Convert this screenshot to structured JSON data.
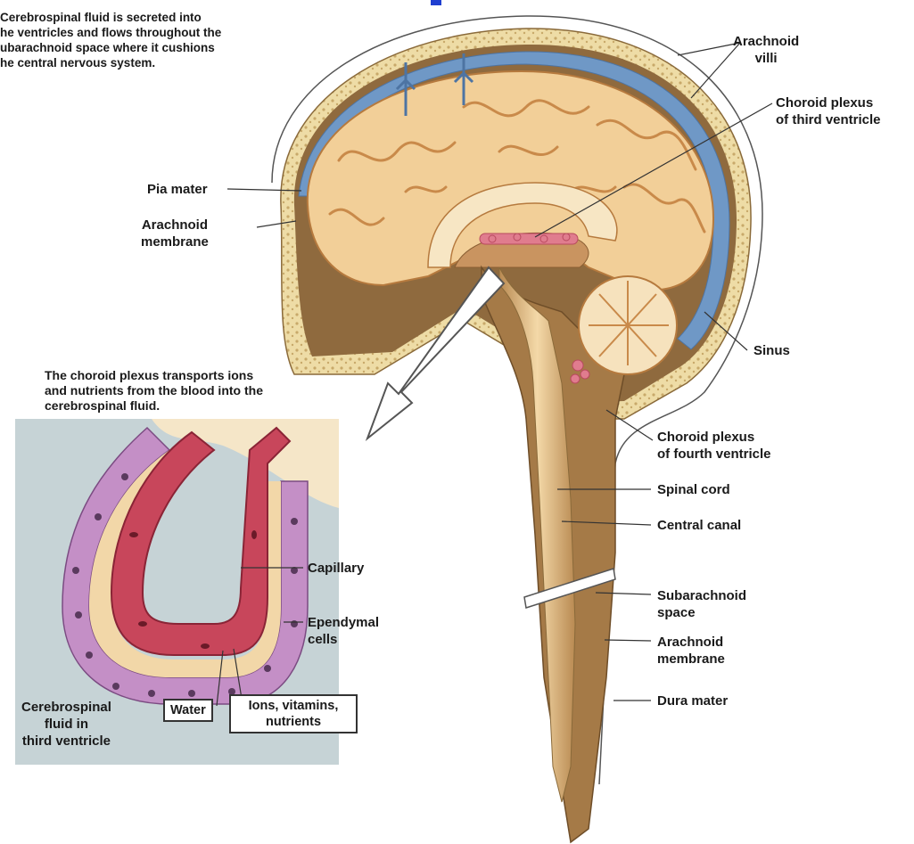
{
  "intro_caption": [
    "Cerebrospinal fluid is secreted into",
    "he ventricles and flows throughout the",
    "ubarachnoid space where it cushions",
    "he central nervous system."
  ],
  "inset_caption": [
    "The choroid plexus transports ions",
    "and nutrients from the blood into the",
    "cerebrospinal fluid."
  ],
  "labels": {
    "arachnoid_villi": [
      "Arachnoid",
      "villi"
    ],
    "choroid_plexus_third": [
      "Choroid plexus",
      "of third ventricle"
    ],
    "pia_mater": [
      "Pia mater"
    ],
    "arachnoid_membrane_top": [
      "Arachnoid",
      "membrane"
    ],
    "sinus": [
      "Sinus"
    ],
    "choroid_plexus_fourth": [
      "Choroid plexus",
      "of fourth ventricle"
    ],
    "spinal_cord": [
      "Spinal cord"
    ],
    "central_canal": [
      "Central canal"
    ],
    "subarachnoid_space": [
      "Subarachnoid",
      "space"
    ],
    "arachnoid_membrane_bottom": [
      "Arachnoid",
      "membrane"
    ],
    "dura_mater": [
      "Dura mater"
    ],
    "capillary": [
      "Capillary"
    ],
    "ependymal_cells": [
      "Ependymal",
      "cells"
    ],
    "csf_third_ventricle": [
      "Cerebrospinal",
      "fluid in",
      "third ventricle"
    ],
    "water": [
      "Water"
    ],
    "ions_vitamins": [
      "Ions, vitamins,",
      "nutrients"
    ]
  },
  "colors": {
    "skull": "#eedca6",
    "skull_dots": "#c8a96a",
    "csf_space": "#8f6a3e",
    "sinus_blue": "#6f98c6",
    "brain": "#f2cf98",
    "brain_fold": "#c98a4a",
    "inset_bg": "#c6d3d6",
    "capillary": "#c8465b",
    "ependymal": "#c48fc6"
  }
}
